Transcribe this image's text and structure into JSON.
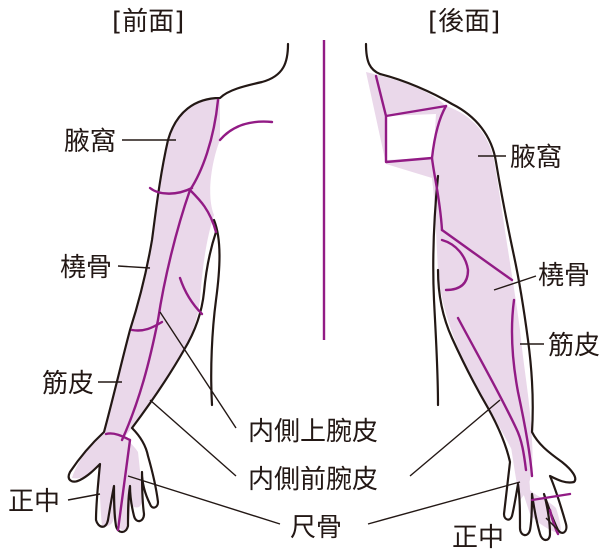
{
  "views": {
    "front": "[前面]",
    "back": "[後面]"
  },
  "labels": {
    "front_axillary": "腋窩",
    "front_radial": "橈骨",
    "front_musculocutaneous": "筋皮",
    "front_median": "正中",
    "back_axillary": "腋窩",
    "back_radial": "橈骨",
    "back_musculocutaneous": "筋皮",
    "back_median": "正中",
    "medial_brachial_cutaneous": "内側上腕皮",
    "medial_antebrachial_cutaneous": "内側前腕皮",
    "ulnar": "尺骨"
  },
  "colors": {
    "shade": "#ead8ea",
    "nerve_line": "#921b85",
    "outline": "#231815"
  }
}
